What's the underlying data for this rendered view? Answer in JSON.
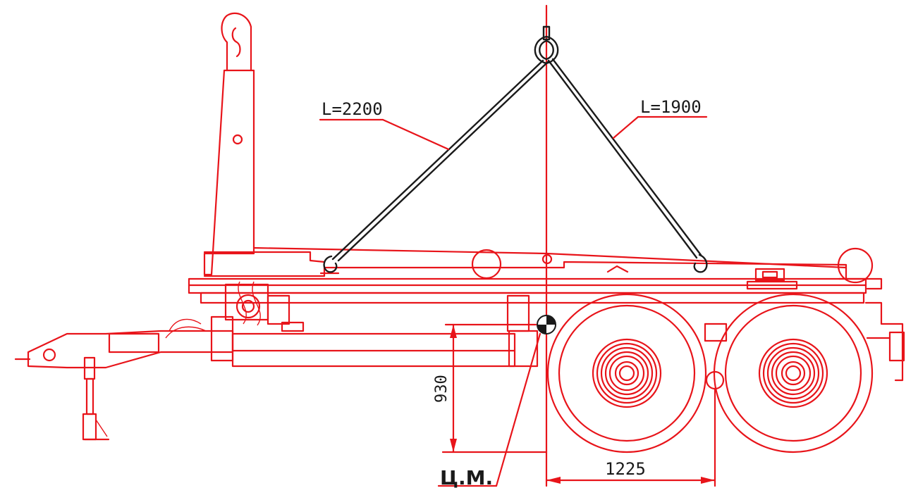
{
  "labels": {
    "sling_left_length": "L=2200",
    "sling_right_length": "L=1900",
    "cg_height": "930",
    "cg_to_axle": "1225",
    "cg_label": "Ц.М."
  },
  "colors": {
    "drawing": "#e8141a",
    "sling": "#1a1a1a",
    "background": "#ffffff"
  }
}
